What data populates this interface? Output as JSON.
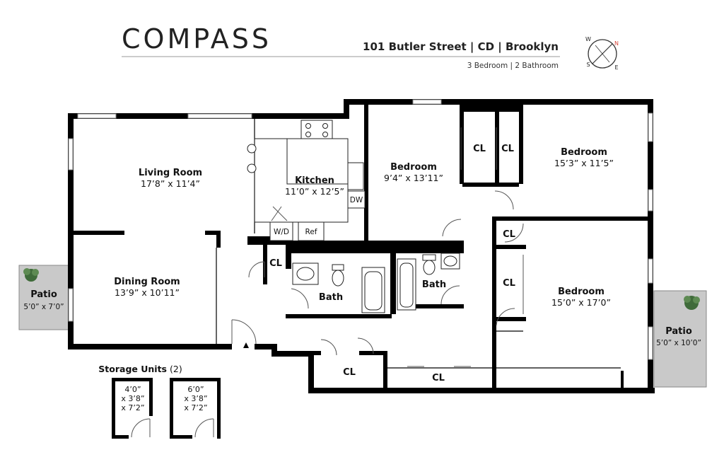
{
  "header": {
    "brand": "COMPASS",
    "address": "101 Butler Street | CD | Brooklyn",
    "summary": "3 Bedroom | 2 Bathroom"
  },
  "rooms": {
    "living": {
      "name": "Living Room",
      "dims": "17’8” x 11’4”"
    },
    "dining": {
      "name": "Dining Room",
      "dims": "13’9” x 10’11”"
    },
    "kitchen": {
      "name": "Kitchen",
      "dims": "11’0” x 12’5”"
    },
    "bedroom1": {
      "name": "Bedroom",
      "dims": "9’4” x 13’11”"
    },
    "bedroom2": {
      "name": "Bedroom",
      "dims": "15’3” x 11’5”"
    },
    "bedroom3": {
      "name": "Bedroom",
      "dims": "15’0” x 17’0”"
    },
    "bath1": {
      "name": "Bath"
    },
    "bath2": {
      "name": "Bath"
    },
    "patio_left": {
      "name": "Patio",
      "dims": "5’0” x 7’0”"
    },
    "patio_right": {
      "name": "Patio",
      "dims": "5’0” x 10’0”"
    }
  },
  "closet_label": "CL",
  "appliances": {
    "washer_dryer": "W/D",
    "refrigerator": "Ref",
    "dishwasher": "DW"
  },
  "storage": {
    "title": "Storage Units",
    "count": "(2)",
    "unit1": {
      "line1": "4’0”",
      "line2": "x 3’8”",
      "line3": "x 7’2”"
    },
    "unit2": {
      "line1": "6’0”",
      "line2": "x 3’8”",
      "line3": "x 7’2”"
    }
  },
  "compass": {
    "north": "N",
    "south": "S",
    "east": "E",
    "west": "W",
    "accent_color": "#d6453a"
  },
  "colors": {
    "wall": "#000000",
    "patio_fill": "#c9c9c9",
    "plant_green": "#3f6b3a"
  }
}
